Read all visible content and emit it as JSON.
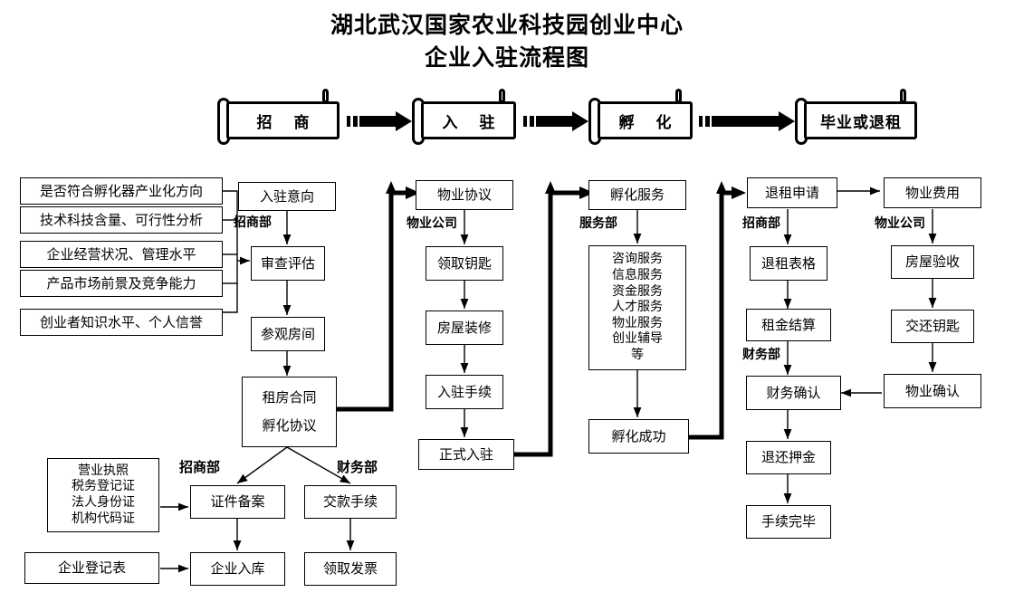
{
  "title": {
    "line1": "湖北武汉国家农业科技园创业中心",
    "line2": "企业入驻流程图"
  },
  "stages": [
    {
      "label": "招 商"
    },
    {
      "label": "入 驻"
    },
    {
      "label": "孵 化"
    },
    {
      "label": "毕业或退租"
    }
  ],
  "criteria": [
    {
      "label": "是否符合孵化器产业化方向"
    },
    {
      "label": "技术科技含量、可行性分析"
    },
    {
      "label": "企业经营状况、管理水平"
    },
    {
      "label": "产品市场前景及竞争能力"
    },
    {
      "label": "创业者知识水平、个人信誉"
    }
  ],
  "columns": {
    "recruit": {
      "dept": "招商部",
      "steps": [
        {
          "label": "入驻意向"
        },
        {
          "label": "审查评估"
        },
        {
          "label": "参观房间"
        }
      ],
      "contract": {
        "line1": "租房合同",
        "line2": "孵化协议"
      }
    },
    "movein": {
      "dept": "物业公司",
      "steps": [
        {
          "label": "物业协议"
        },
        {
          "label": "领取钥匙"
        },
        {
          "label": "房屋装修"
        },
        {
          "label": "入驻手续"
        },
        {
          "label": "正式入驻"
        }
      ]
    },
    "incubate": {
      "dept": "服务部",
      "head": {
        "label": "孵化服务"
      },
      "services": [
        "咨询服务",
        "信息服务",
        "资金服务",
        "人才服务",
        "物业服务",
        "创业辅导",
        "等"
      ],
      "tail": {
        "label": "孵化成功"
      }
    },
    "exit": {
      "dept1": "招商部",
      "dept2": "财务部",
      "steps": [
        {
          "label": "退租申请"
        },
        {
          "label": "退租表格"
        },
        {
          "label": "租金结算"
        },
        {
          "label": "财务确认"
        },
        {
          "label": "退还押金"
        },
        {
          "label": "手续完毕"
        }
      ]
    },
    "property": {
      "dept": "物业公司",
      "steps": [
        {
          "label": "物业费用"
        },
        {
          "label": "房屋验收"
        },
        {
          "label": "交还钥匙"
        },
        {
          "label": "物业确认"
        }
      ]
    }
  },
  "bottom": {
    "dept_left": "招商部",
    "dept_right": "财务部",
    "documents": [
      "营业执照",
      "税务登记证",
      "法人身份证",
      "机构代码证"
    ],
    "registration_form": {
      "label": "企业登记表"
    },
    "recruit_steps": [
      {
        "label": "证件备案"
      },
      {
        "label": "企业入库"
      }
    ],
    "finance_steps": [
      {
        "label": "交款手续"
      },
      {
        "label": "领取发票"
      }
    ]
  }
}
